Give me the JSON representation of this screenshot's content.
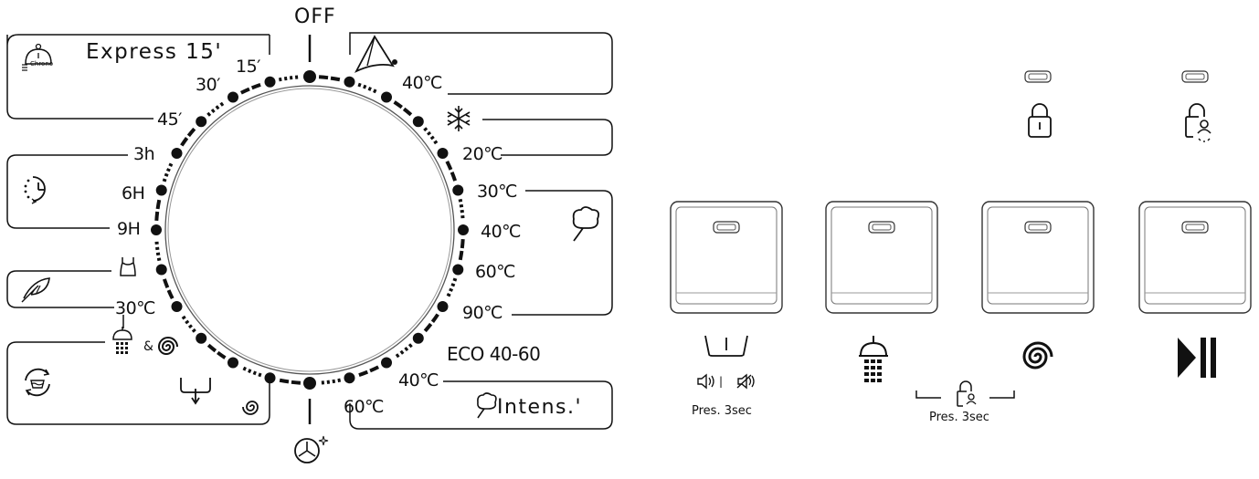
{
  "dial": {
    "top_label": "OFF",
    "express": "Express 15'",
    "chrono_label": "Chrono",
    "labels": {
      "t15": "15′",
      "t30": "30′",
      "t45": "45′",
      "t3h": "3h",
      "t6h": "6H",
      "t9h": "9H",
      "wool30": "30℃",
      "sport40": "40℃",
      "cold20": "20℃",
      "cotton30": "30℃",
      "cotton40": "40℃",
      "cotton60": "60℃",
      "cotton90": "90℃",
      "eco": "ECO 40-60",
      "intens40": "40℃",
      "intens60": "60℃",
      "intens": "Intens.'",
      "amp": "&"
    }
  },
  "panel": {
    "sound_caption": "Pres. 3sec",
    "lock_caption": "Pres. 3sec",
    "sound_toggle_sep": "|"
  }
}
